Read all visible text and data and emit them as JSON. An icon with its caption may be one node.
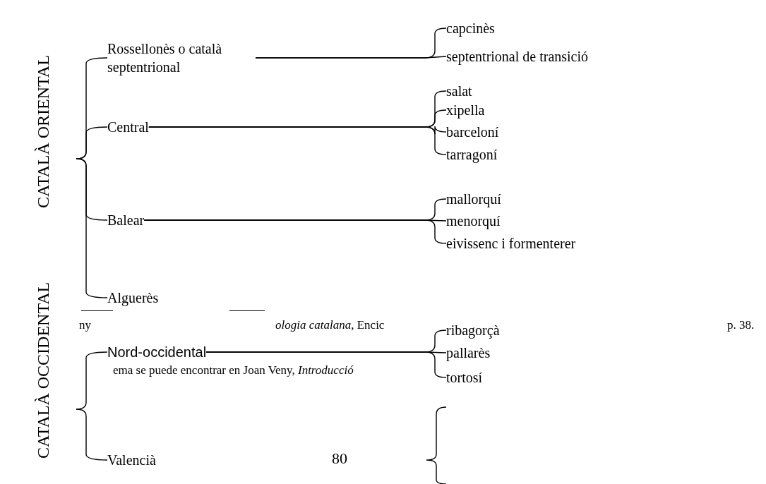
{
  "diagram": {
    "nodes": [
      {
        "text": [
          "CATALÀ ORIENTAL"
        ]
      },
      {
        "text": [
          "Rossellonès o català septentrional"
        ]
      },
      {
        "text": [
          "Central"
        ]
      },
      {
        "text": [
          "Balear"
        ]
      },
      {
        "text": [
          "Alguerès"
        ]
      },
      {
        "text": [
          "capcinès"
        ]
      },
      {
        "text": [
          "septentrional de transició"
        ]
      },
      {
        "text": [
          "salat"
        ]
      },
      {
        "text": [
          "xipella"
        ]
      },
      {
        "text": [
          "barceloní"
        ]
      },
      {
        "text": [
          "tarragoní"
        ]
      },
      {
        "text": [
          "mallorquí"
        ]
      },
      {
        "text": [
          "menorquí"
        ]
      },
      {
        "text": [
          "eivissenc i formenterer"
        ]
      },
      {
        "text": [
          "CATALÀ OCCIDENTAL"
        ]
      },
      {
        "text": [
          "Nord-occidental"
        ]
      },
      {
        "text": [
          "Valencià"
        ]
      },
      {
        "text": [
          "ribagorçà"
        ]
      },
      {
        "text": [
          "pallarès"
        ]
      },
      {
        "text": [
          "tortosí"
        ]
      }
    ],
    "edges": [
      {
        "from": 0,
        "to": 1,
        "arrow": "none"
      },
      {
        "from": 0,
        "to": 2,
        "arrow": "none"
      },
      {
        "from": 0,
        "to": 3,
        "arrow": "none"
      },
      {
        "from": 0,
        "to": 4,
        "arrow": "none"
      },
      {
        "from": 1,
        "to": 5,
        "arrow": "none"
      },
      {
        "from": 1,
        "to": 6,
        "arrow": "none"
      },
      {
        "from": 2,
        "to": 7,
        "arrow": "none"
      },
      {
        "from": 2,
        "to": 8,
        "arrow": "none"
      },
      {
        "from": 2,
        "to": 9,
        "arrow": "none"
      },
      {
        "from": 2,
        "to": 10,
        "arrow": "none"
      },
      {
        "from": 3,
        "to": 11,
        "arrow": "none"
      },
      {
        "from": 3,
        "to": 12,
        "arrow": "none"
      },
      {
        "from": 3,
        "to": 13,
        "arrow": "none"
      },
      {
        "from": 14,
        "to": 15,
        "arrow": "none"
      },
      {
        "from": 14,
        "to": 16,
        "arrow": "none"
      },
      {
        "from": 15,
        "to": 17,
        "arrow": "none"
      },
      {
        "from": 15,
        "to": 18,
        "arrow": "none"
      },
      {
        "from": 15,
        "to": 19,
        "arrow": "none"
      }
    ],
    "labels": [
      "ny",
      "*ologia catalana,* Encic",
      "p. 38.",
      "ema se puede encontrar en Joan Veny, *Introducció*",
      "80"
    ]
  }
}
